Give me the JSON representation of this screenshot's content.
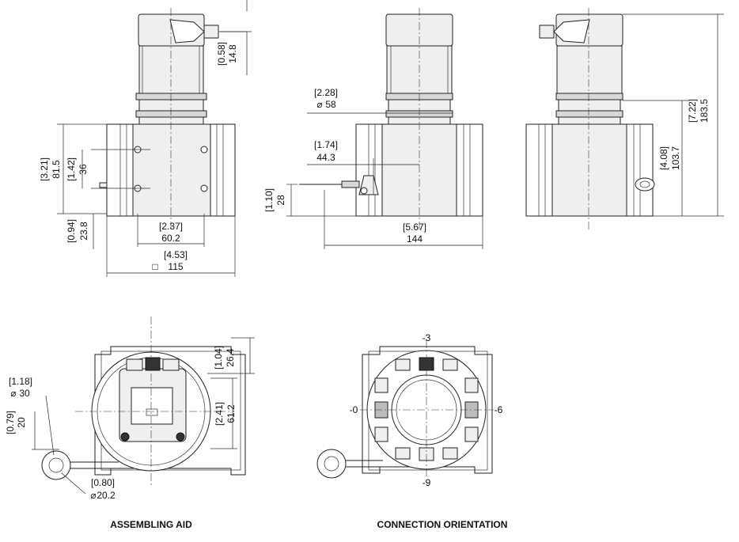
{
  "front_view": {
    "dim_conn_height": {
      "inch": "[0.58]",
      "mm": "14.8"
    },
    "dim_body_height": {
      "inch": "[3.21]",
      "mm": "81.5"
    },
    "dim_hole_spacing_v": {
      "inch": "[1.42]",
      "mm": "36"
    },
    "dim_bottom_offset": {
      "inch": "[0.94]",
      "mm": "23.8"
    },
    "dim_hole_spacing_h": {
      "inch": "[2.37]",
      "mm": "60.2"
    },
    "dim_square": {
      "inch": "[4.53]",
      "symbol": "□",
      "mm": "115"
    }
  },
  "side_view": {
    "dim_flange_dia": {
      "inch": "[2.28]",
      "symbol": "⌀",
      "mm": "58"
    },
    "dim_wire_offset": {
      "inch": "[1.74]",
      "mm": "44.3"
    },
    "dim_wire_height": {
      "inch": "[1.10]",
      "mm": "28"
    },
    "dim_total_width": {
      "inch": "[5.67]",
      "mm": "144"
    }
  },
  "right_view": {
    "dim_total_height": {
      "inch": "[7.22]",
      "mm": "183.5"
    },
    "dim_axis_height": {
      "inch": "[4.08]",
      "mm": "103.7"
    }
  },
  "assembling_aid": {
    "caption": "ASSEMBLING AID",
    "dim_top_offset": {
      "inch": "[1.04]",
      "mm": "26.4"
    },
    "dim_center_offset": {
      "inch": "[2.41]",
      "mm": "61.2"
    },
    "dim_eyelet_outer": {
      "inch": "[1.18]",
      "symbol": "⌀",
      "mm": "30"
    },
    "dim_eyelet_height": {
      "inch": "[0.79]",
      "mm": "20"
    },
    "dim_eyelet_inner": {
      "inch": "[0.80]",
      "symbol": "⌀",
      "mm": "20.2"
    }
  },
  "connection_orientation": {
    "caption": "CONNECTION ORIENTATION",
    "label_top": "-3",
    "label_left": "-0",
    "label_right": "-6",
    "label_bottom": "-9"
  }
}
